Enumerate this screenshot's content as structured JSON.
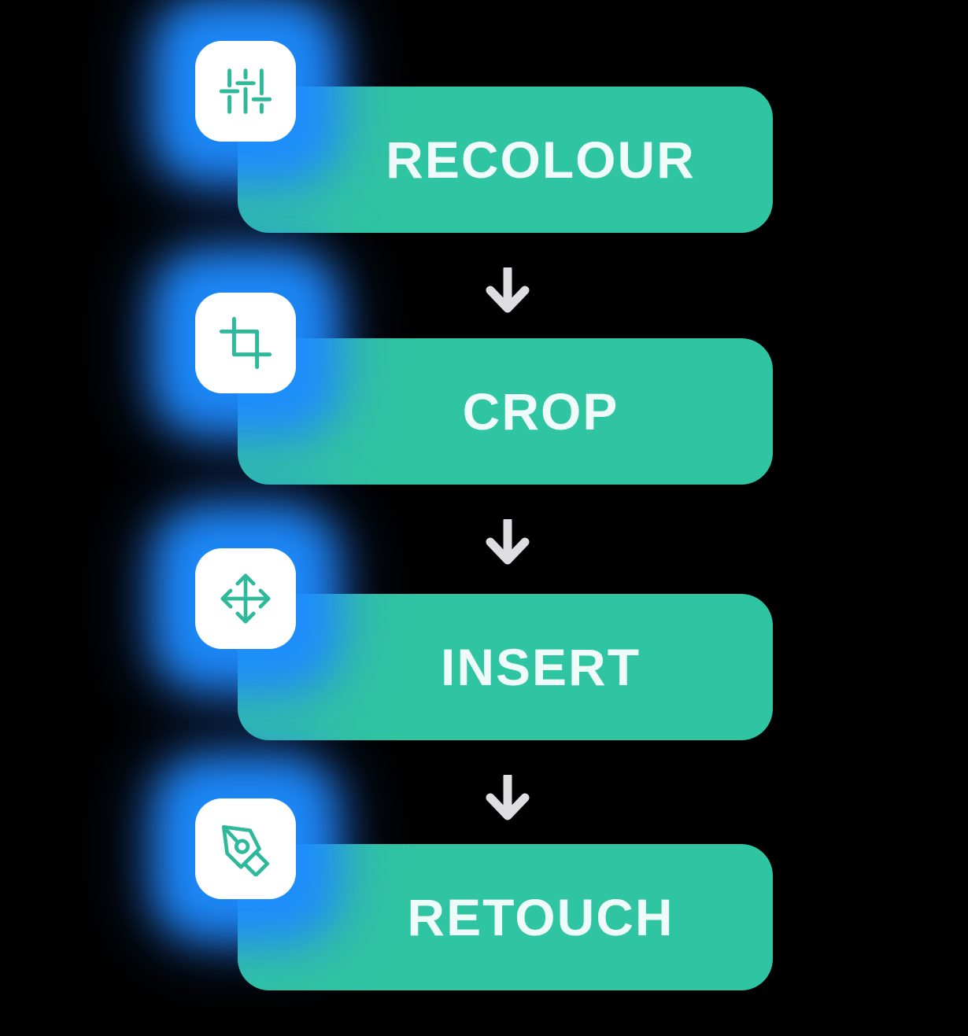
{
  "background_color": "#000000",
  "theme": {
    "pill_color": "#2FC4A2",
    "pill_text_color": "#EFFBF8",
    "icon_card_color": "#FFFFFF",
    "icon_stroke_color": "#2FB99B",
    "glow_color": "#1C8CFF",
    "arrow_color": "#DEDEE0"
  },
  "flow": {
    "steps": [
      {
        "label": "RECOLOUR",
        "icon": "sliders-icon"
      },
      {
        "label": "CROP",
        "icon": "crop-icon"
      },
      {
        "label": "INSERT",
        "icon": "move-arrows-icon"
      },
      {
        "label": "RETOUCH",
        "icon": "pen-nib-icon"
      }
    ],
    "connectors": [
      {
        "icon": "arrow-down-icon"
      },
      {
        "icon": "arrow-down-icon"
      },
      {
        "icon": "arrow-down-icon"
      }
    ]
  }
}
